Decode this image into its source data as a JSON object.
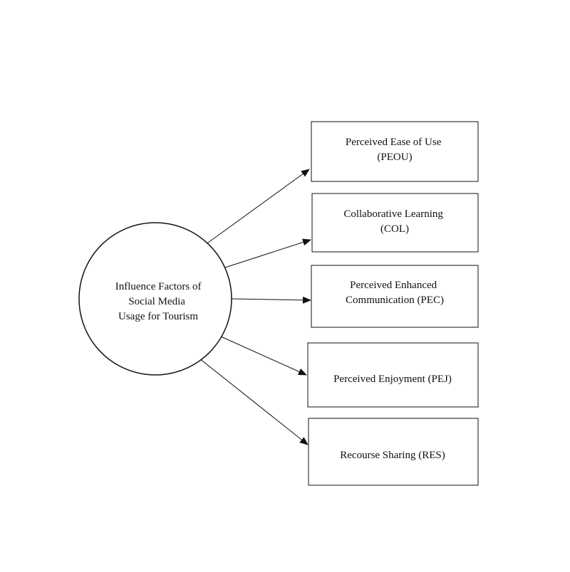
{
  "center": {
    "lines": [
      "Influence Factors of",
      "Social Media",
      "Usage for Tourism"
    ]
  },
  "factors": [
    {
      "lines": [
        "Perceived Ease of Use",
        "(PEOU)"
      ]
    },
    {
      "lines": [
        "Collaborative Learning",
        "(COL)"
      ]
    },
    {
      "lines": [
        "Perceived Enhanced",
        "Communication (PEC)"
      ]
    },
    {
      "lines": [
        "Perceived Enjoyment (PEJ)"
      ]
    },
    {
      "lines": [
        "Recourse Sharing (RES)"
      ]
    }
  ],
  "colors": {
    "stroke": "#111111",
    "background": "#ffffff"
  }
}
